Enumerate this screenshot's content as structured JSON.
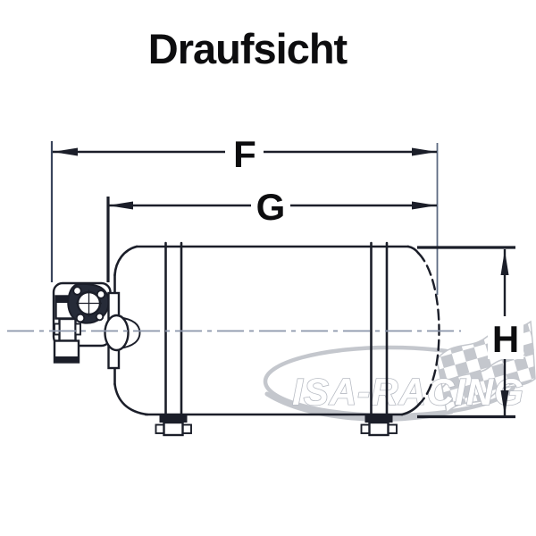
{
  "title": "Draufsicht",
  "labels": {
    "f": "F",
    "g": "G",
    "h": "H"
  },
  "watermark": {
    "text": "ISA-RACING"
  },
  "colors": {
    "ink": "#1b1e29",
    "ink2": "#262b38",
    "ext": "#3a455c",
    "ext2": "#5d6a82",
    "centerline": "#8b95ab",
    "wm": "#c4c7cd",
    "wm-text-stroke": "#b7bbc3",
    "label": "#0d0d0f",
    "bg": "#ffffff"
  }
}
